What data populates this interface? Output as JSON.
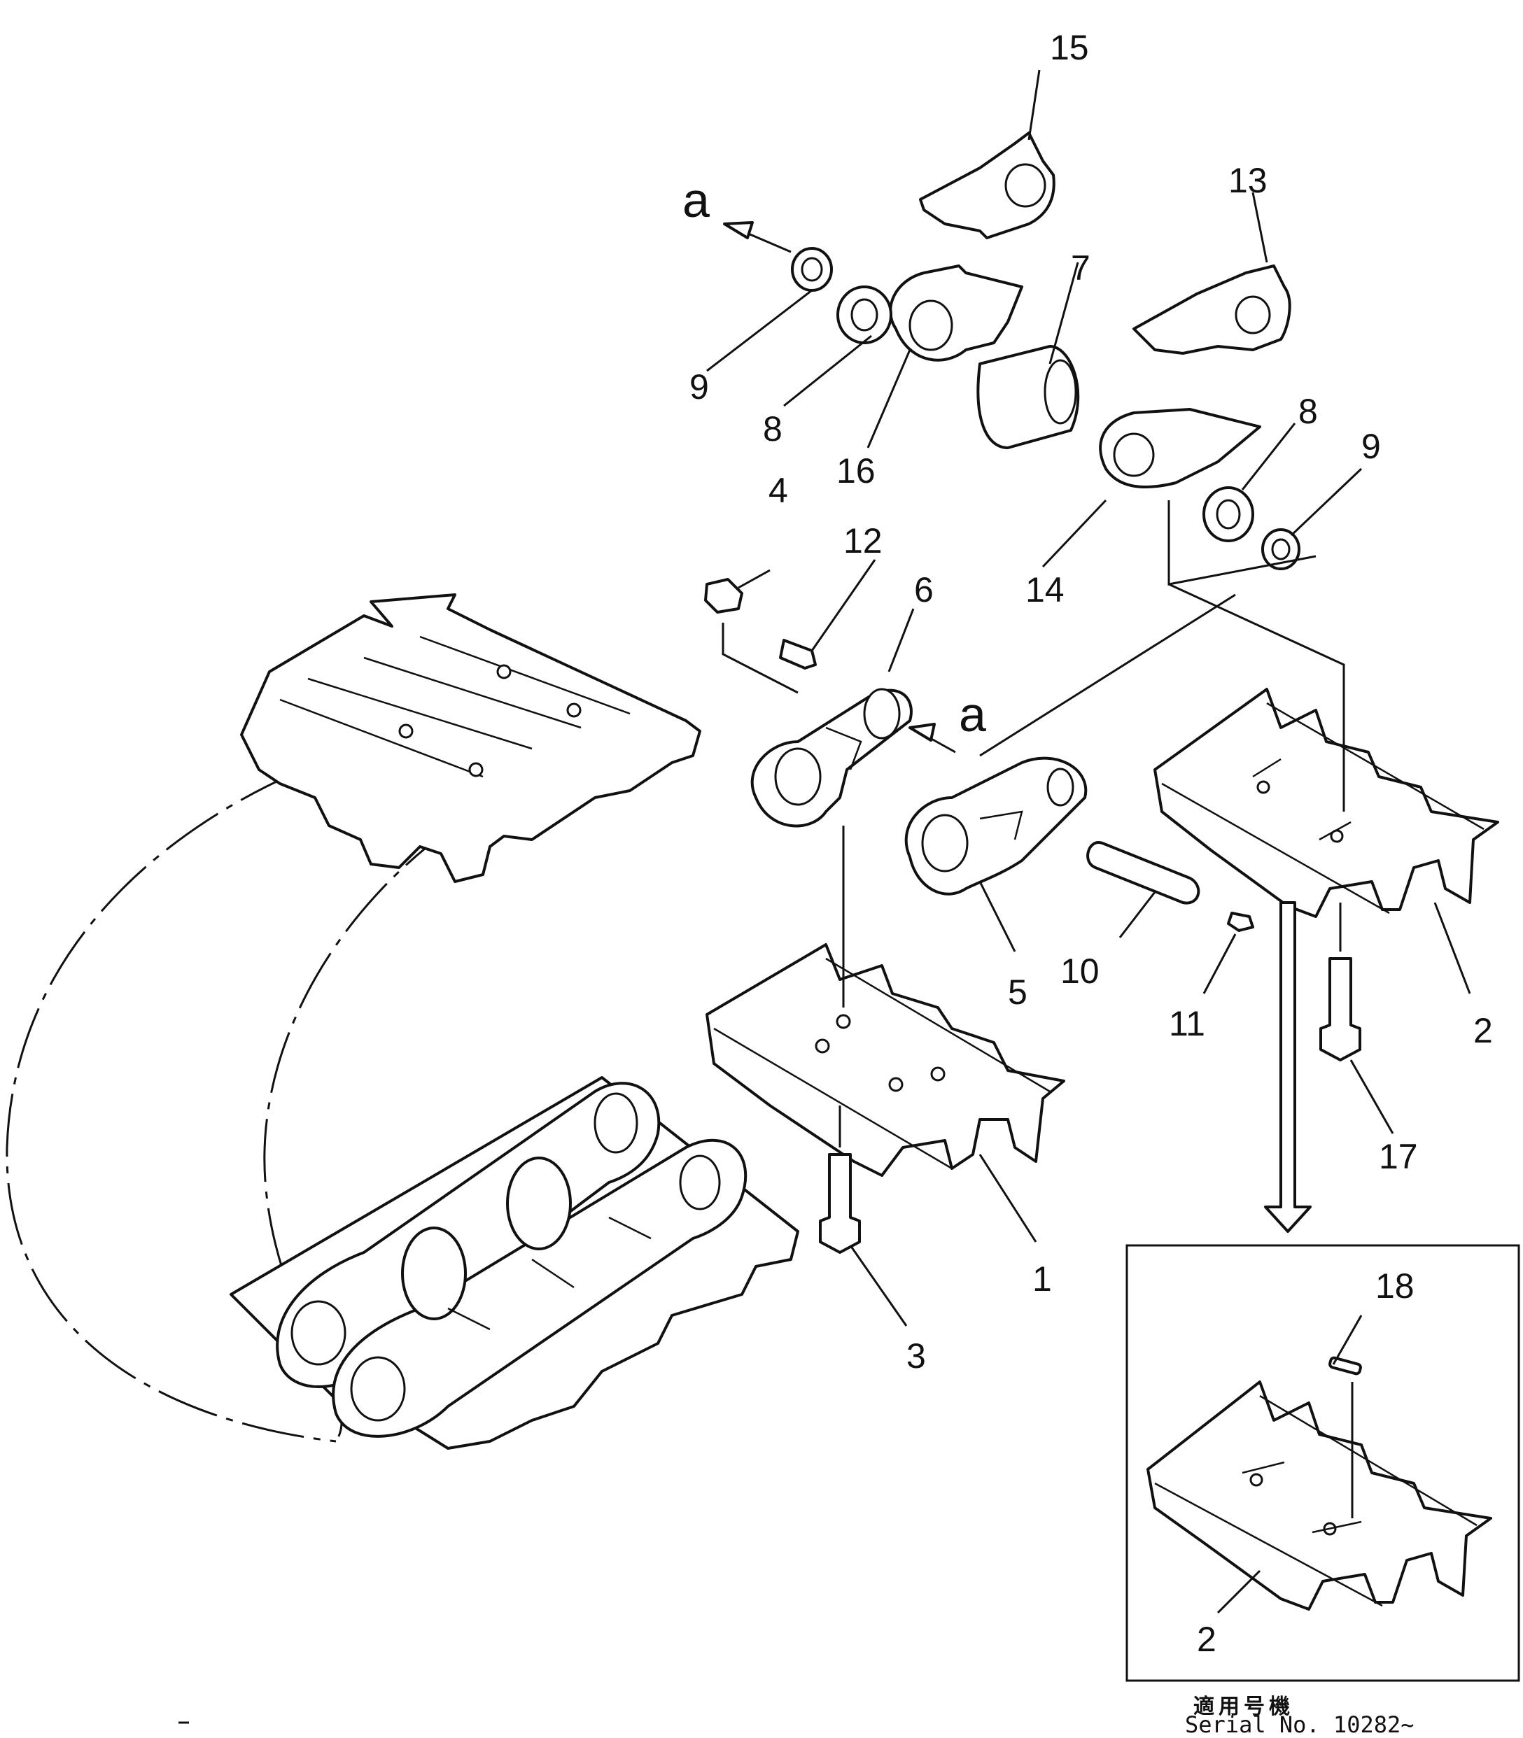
{
  "callouts": {
    "c1": "1",
    "c2": "2",
    "c2b": "2",
    "c3": "3",
    "c4": "4",
    "c5": "5",
    "c6": "6",
    "c7": "7",
    "c8": "8",
    "c8b": "8",
    "c9": "9",
    "c9b": "9",
    "c10": "10",
    "c11": "11",
    "c12": "12",
    "c13": "13",
    "c14": "14",
    "c15": "15",
    "c16": "16",
    "c17": "17",
    "c18": "18"
  },
  "arrow_labels": {
    "a_top": "a",
    "a_mid": "a"
  },
  "inset": {
    "serial_jp": "適用号機",
    "serial_no": "Serial  No.  10282~"
  }
}
